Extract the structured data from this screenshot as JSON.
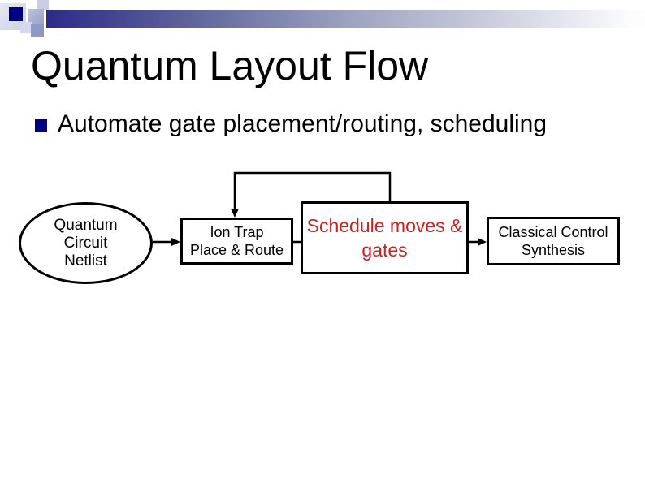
{
  "slide": {
    "title": "Quantum Layout Flow",
    "bullet_text": "Automate gate placement/routing, scheduling"
  },
  "diagram": {
    "netlist_ellipse": {
      "lines": [
        "Quantum",
        "Circuit",
        "Netlist"
      ]
    },
    "place_route_box": {
      "lines": [
        "Ion Trap",
        "Place & Route"
      ]
    },
    "schedule_box": {
      "lines": [
        "Schedule moves &",
        "gates"
      ]
    },
    "classical_box": {
      "lines": [
        "Classical Control",
        "Synthesis"
      ]
    },
    "connections": [
      {
        "from": "netlist_ellipse",
        "to": "place_route_box",
        "type": "arrow"
      },
      {
        "from": "place_route_box",
        "to": "schedule_box",
        "type": "line"
      },
      {
        "from": "schedule_box",
        "to": "classical_box",
        "type": "arrow"
      },
      {
        "from": "schedule_box",
        "to": "place_route_box",
        "type": "feedback-arrow",
        "route": "up-left-down"
      }
    ]
  },
  "colors": {
    "accent_navy": "#000082",
    "accent_navy_dark": "#2b2b88",
    "schedule_red": "#cc2222",
    "line_black": "#000000"
  }
}
